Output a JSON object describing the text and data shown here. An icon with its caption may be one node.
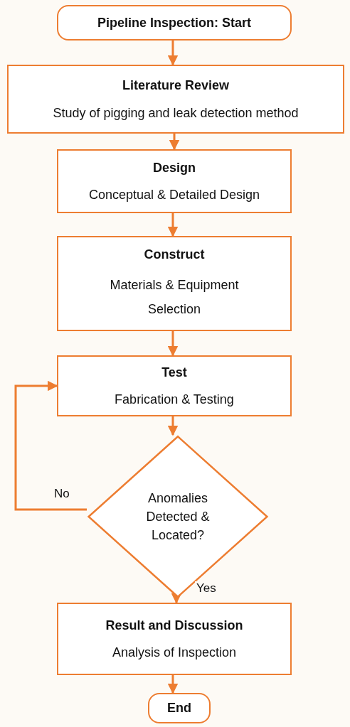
{
  "diagram": {
    "nodes": [
      {
        "text": [
          "Pipeline Inspection: Start"
        ]
      },
      {
        "text": [
          "Literature Review",
          "Study of pigging and leak detection method"
        ]
      },
      {
        "text": [
          "Design",
          "Conceptual & Detailed Design"
        ]
      },
      {
        "text": [
          "Construct",
          "Materials & Equipment Selection"
        ]
      },
      {
        "text": [
          "Test",
          "Fabrication & Testing"
        ]
      },
      {
        "text": [
          "Anomalies Detected & Located?"
        ]
      },
      {
        "text": [
          "Result and Discussion",
          "Analysis of Inspection"
        ]
      },
      {
        "text": [
          "End"
        ]
      }
    ],
    "edges": [
      {
        "from": 0,
        "to": 1,
        "arrow": "to"
      },
      {
        "from": 1,
        "to": 2,
        "arrow": "to"
      },
      {
        "from": 2,
        "to": 3,
        "arrow": "to"
      },
      {
        "from": 3,
        "to": 4,
        "arrow": "to"
      },
      {
        "from": 4,
        "to": 5,
        "arrow": "to"
      },
      {
        "from": 5,
        "to": 6,
        "arrow": "to",
        "label": "Yes"
      },
      {
        "from": 5,
        "to": 4,
        "arrow": "to",
        "label": "No"
      },
      {
        "from": 6,
        "to": 7,
        "arrow": "to"
      }
    ]
  }
}
